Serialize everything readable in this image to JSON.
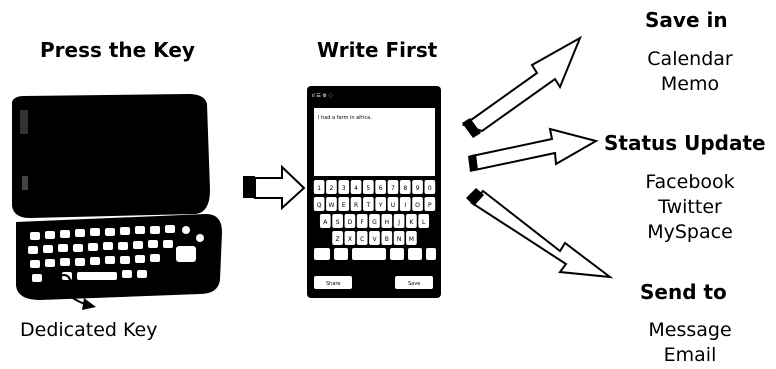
{
  "headings": {
    "press": "Press the Key",
    "write": "Write First",
    "save": "Save in",
    "status": "Status Update",
    "send": "Send to"
  },
  "labels": {
    "dedicated_key": "Dedicated Key",
    "save_targets": [
      "Calendar",
      "Memo"
    ],
    "status_targets": [
      "Facebook",
      "Twitter",
      "MySpace"
    ],
    "send_targets": [
      "Message",
      "Email"
    ]
  },
  "phone_screen": {
    "draft_text": "I had a farm in africa.",
    "keyboard_rows": [
      [
        "1",
        "2",
        "3",
        "4",
        "5",
        "6",
        "7",
        "8",
        "9",
        "0"
      ],
      [
        "Q",
        "W",
        "E",
        "R",
        "T",
        "Y",
        "U",
        "I",
        "O",
        "P"
      ],
      [
        "A",
        "S",
        "D",
        "F",
        "G",
        "H",
        "J",
        "K",
        "L"
      ],
      [
        "Z",
        "X",
        "C",
        "V",
        "B",
        "N",
        "M"
      ]
    ],
    "share_label": "Share",
    "save_label": "Save"
  }
}
